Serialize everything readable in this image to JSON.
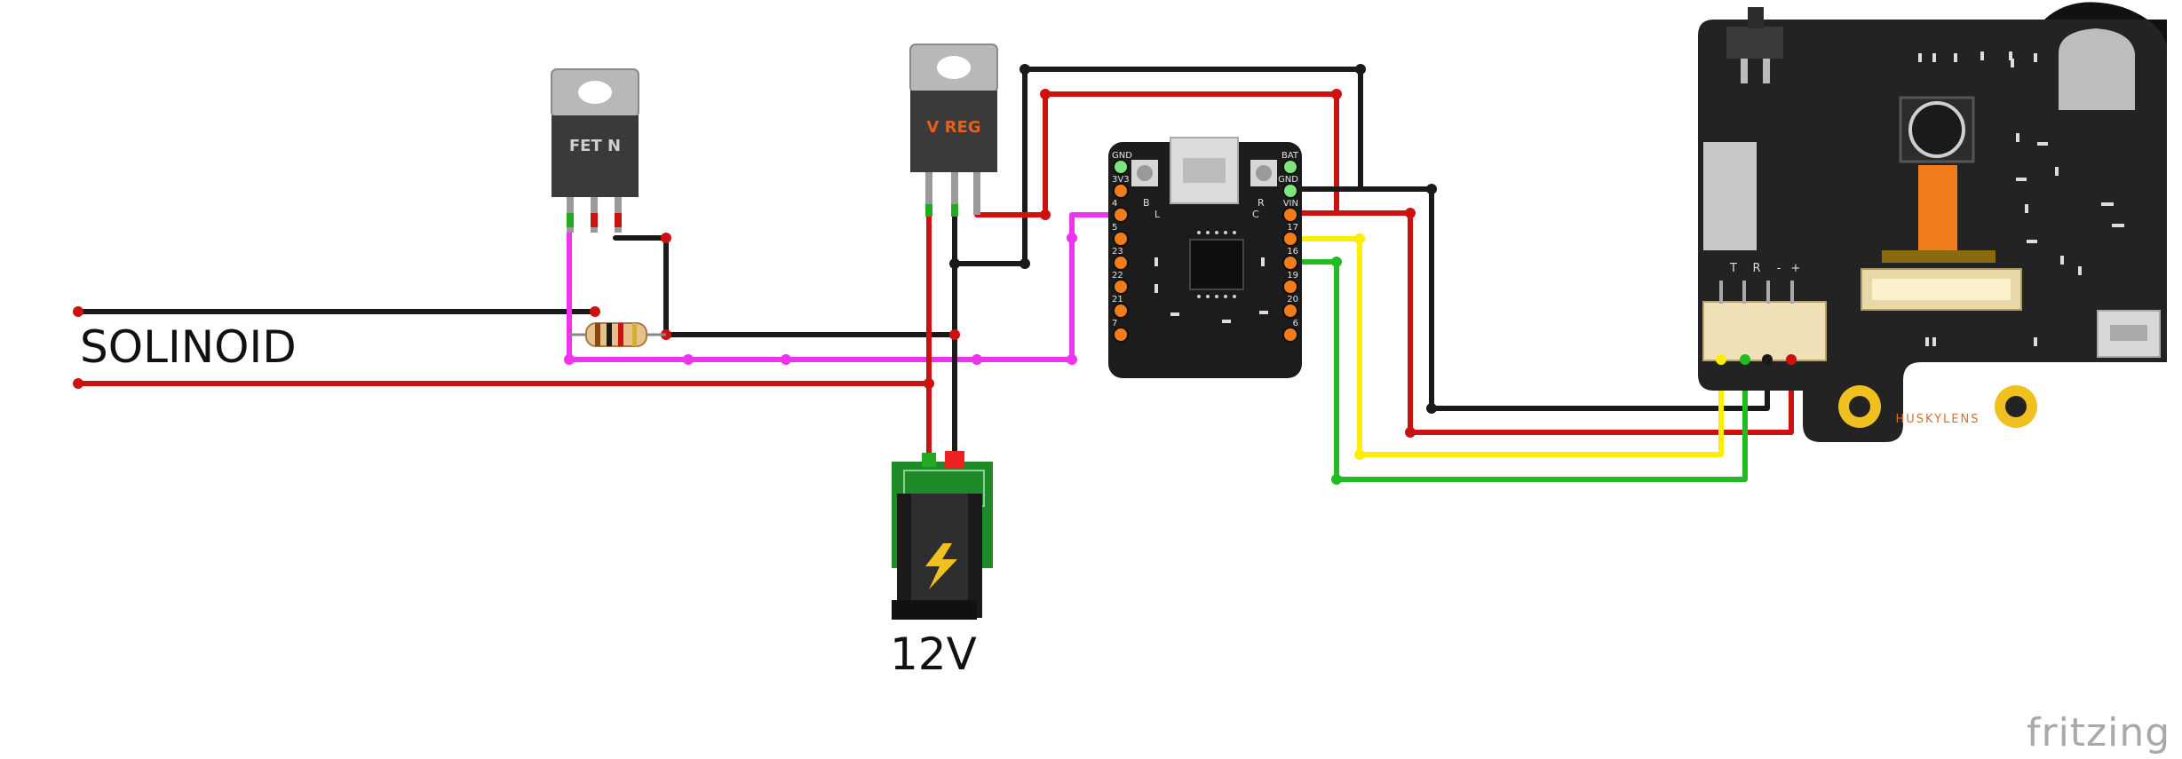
{
  "labels": {
    "solenoid": "SOLINOID",
    "power": "12V",
    "watermark": "fritzing"
  },
  "components": {
    "fet": {
      "marking": "FET N"
    },
    "regulator": {
      "marking": "V REG"
    },
    "mcu": {
      "pins_left": [
        "GND",
        "3V3",
        "4",
        "5",
        "23",
        "22",
        "21",
        "7"
      ],
      "pins_right": [
        "BAT",
        "GND",
        "VIN",
        "17",
        "16",
        "19",
        "20",
        "6"
      ],
      "marks": {
        "b": "B",
        "l": "L",
        "r": "R",
        "c": "C"
      }
    },
    "camera": {
      "brand": "HUSKYLENS",
      "uart_pins": [
        "T",
        "R",
        "-",
        "+"
      ]
    }
  },
  "wire_colors": {
    "red": "#cc1111",
    "black": "#1a1a1a",
    "magenta": "#ee33ee",
    "yellow": "#ffee00",
    "green": "#22bb22"
  }
}
